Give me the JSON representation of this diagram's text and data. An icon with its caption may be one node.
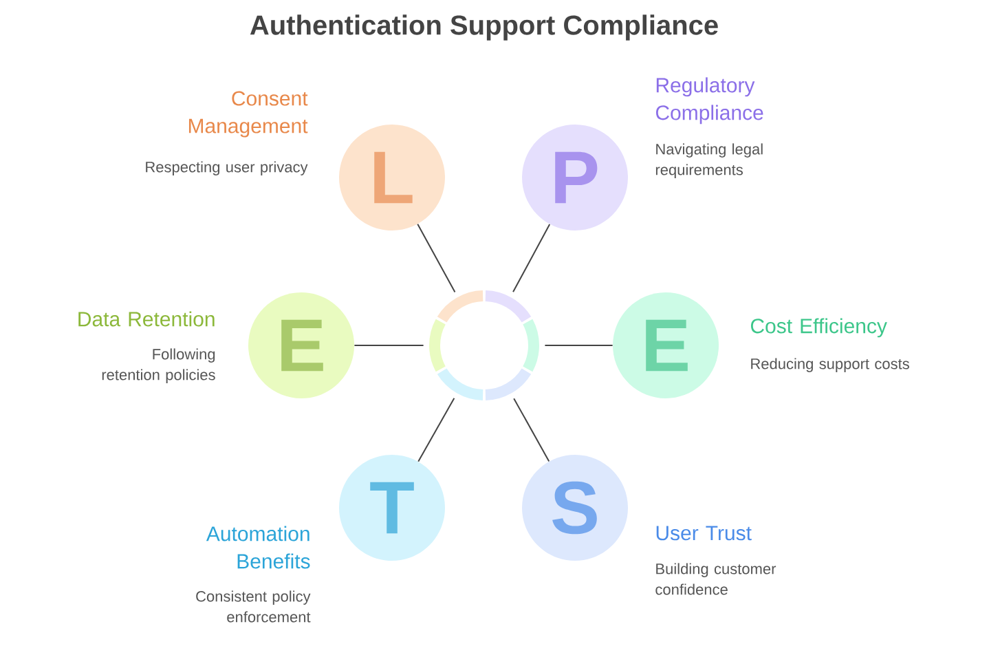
{
  "diagram": {
    "title": "Authentication Support Compliance",
    "nodes": [
      {
        "text": [
          "L",
          "Consent Management",
          "Respecting user privacy"
        ]
      },
      {
        "text": [
          "P",
          "Regulatory Compliance",
          "Navigating legal requirements"
        ]
      },
      {
        "text": [
          "E",
          "Data Retention",
          "Following retention policies"
        ]
      },
      {
        "text": [],
        "shape": "circle"
      },
      {
        "text": [
          "E",
          "Cost Efficiency",
          "Reducing support costs"
        ]
      },
      {
        "text": [
          "T",
          "Automation Benefits",
          "Consistent policy enforcement"
        ]
      },
      {
        "text": [
          "S",
          "User Trust",
          "Building customer confidence"
        ]
      }
    ],
    "edges": [
      {
        "from": 3,
        "to": 0,
        "arrow": "none"
      },
      {
        "from": 3,
        "to": 1,
        "arrow": "none"
      },
      {
        "from": 3,
        "to": 2,
        "arrow": "none"
      },
      {
        "from": 3,
        "to": 4,
        "arrow": "none"
      },
      {
        "from": 3,
        "to": 5,
        "arrow": "none"
      },
      {
        "from": 3,
        "to": 6,
        "arrow": "none"
      }
    ]
  }
}
